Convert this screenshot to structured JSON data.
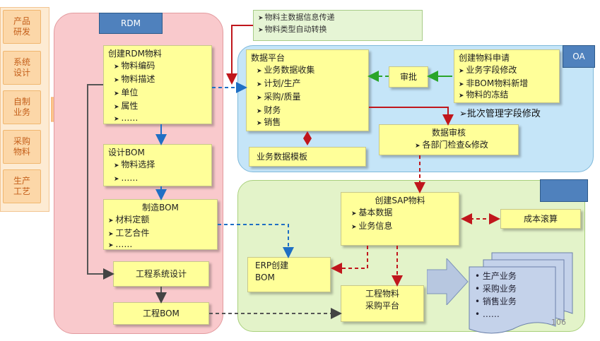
{
  "left_column": [
    "产品\n研发",
    "系统\n设计",
    "自制\n业务",
    "采购\n物料",
    "生产\n工艺"
  ],
  "rdm": {
    "tag": "RDM",
    "create_material": {
      "title": "创建RDM物料",
      "items": [
        "物料编码",
        "物料描述",
        "单位",
        "属性",
        "……"
      ]
    },
    "design_bom": {
      "title": "设计BOM",
      "items": [
        "物料选择",
        "……"
      ]
    },
    "mfg_bom": {
      "title": "制造BOM",
      "items": [
        "材料定额",
        "工艺合件",
        "……"
      ]
    },
    "eng_system_design": "工程系统设计",
    "eng_bom": "工程BOM"
  },
  "top_note": [
    "物料主数据信息传递",
    "物料类型自动转换"
  ],
  "oa": {
    "tag": "OA",
    "data_platform": {
      "title": "数据平台",
      "items": [
        "业务数据收集",
        "计划/生产",
        "采购/质量",
        "财务",
        "销售"
      ]
    },
    "approve": "审批",
    "material_request": {
      "title": "创建物料申请",
      "items": [
        "业务字段修改",
        "非BOM物料新增",
        "物料的冻结"
      ]
    },
    "batch_note": "➢批次管理字段修改",
    "data_review": {
      "title": "数据审核",
      "items": [
        "各部门检查&修改"
      ]
    },
    "biz_template": "业务数据模板"
  },
  "sap": {
    "tag": "",
    "create_sap": {
      "title": "创建SAP物料",
      "items": [
        "基本数据",
        "业务信息"
      ]
    },
    "cost_estimate": "成本滚算",
    "erp_bom": {
      "title": "ERP创建\nBOM"
    },
    "eng_purchase": {
      "title": "工程物料\n采购平台"
    },
    "business_list": [
      "生产业务",
      "采购业务",
      "销售业务",
      "……"
    ]
  },
  "page_number": "106"
}
